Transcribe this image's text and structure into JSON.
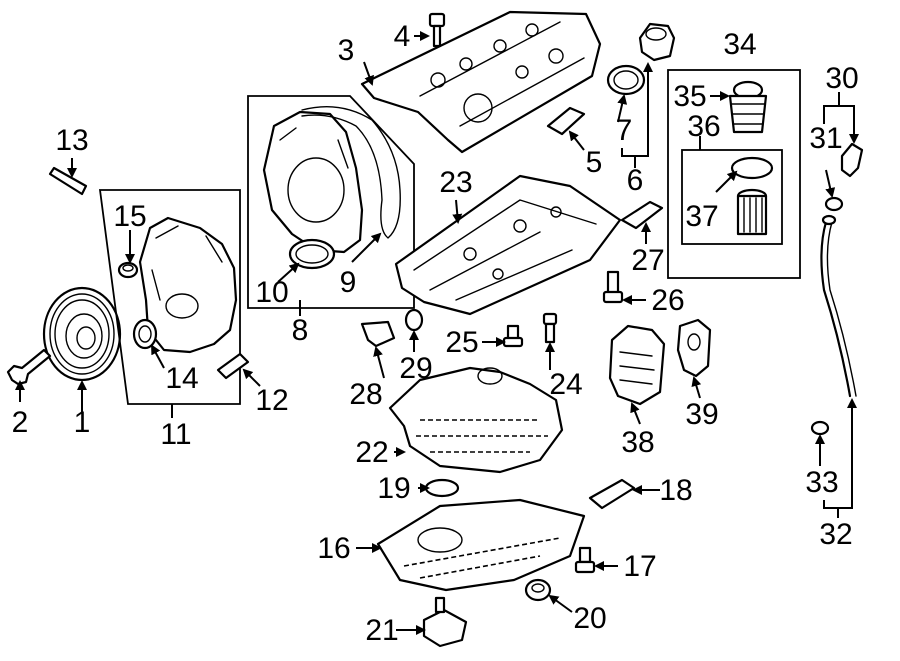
{
  "callouts": [
    {
      "id": "p1",
      "text": "1"
    },
    {
      "id": "p2",
      "text": "2"
    },
    {
      "id": "p3",
      "text": "3"
    },
    {
      "id": "p4",
      "text": "4"
    },
    {
      "id": "p5",
      "text": "5"
    },
    {
      "id": "p6",
      "text": "6"
    },
    {
      "id": "p7",
      "text": "7"
    },
    {
      "id": "p8",
      "text": "8"
    },
    {
      "id": "p9",
      "text": "9"
    },
    {
      "id": "p10",
      "text": "10"
    },
    {
      "id": "p11",
      "text": "11"
    },
    {
      "id": "p12",
      "text": "12"
    },
    {
      "id": "p13",
      "text": "13"
    },
    {
      "id": "p14",
      "text": "14"
    },
    {
      "id": "p15",
      "text": "15"
    },
    {
      "id": "p16",
      "text": "16"
    },
    {
      "id": "p17",
      "text": "17"
    },
    {
      "id": "p18",
      "text": "18"
    },
    {
      "id": "p19",
      "text": "19"
    },
    {
      "id": "p20",
      "text": "20"
    },
    {
      "id": "p21",
      "text": "21"
    },
    {
      "id": "p22",
      "text": "22"
    },
    {
      "id": "p23",
      "text": "23"
    },
    {
      "id": "p24",
      "text": "24"
    },
    {
      "id": "p25",
      "text": "25"
    },
    {
      "id": "p26",
      "text": "26"
    },
    {
      "id": "p27",
      "text": "27"
    },
    {
      "id": "p28",
      "text": "28"
    },
    {
      "id": "p29",
      "text": "29"
    },
    {
      "id": "p30",
      "text": "30"
    },
    {
      "id": "p31",
      "text": "31"
    },
    {
      "id": "p32",
      "text": "32"
    },
    {
      "id": "p33",
      "text": "33"
    },
    {
      "id": "p34",
      "text": "34"
    },
    {
      "id": "p35",
      "text": "35"
    },
    {
      "id": "p36",
      "text": "36"
    },
    {
      "id": "p37",
      "text": "37"
    },
    {
      "id": "p38",
      "text": "38"
    },
    {
      "id": "p39",
      "text": "39"
    }
  ],
  "colors": {
    "line": "#000000",
    "background": "#ffffff"
  }
}
